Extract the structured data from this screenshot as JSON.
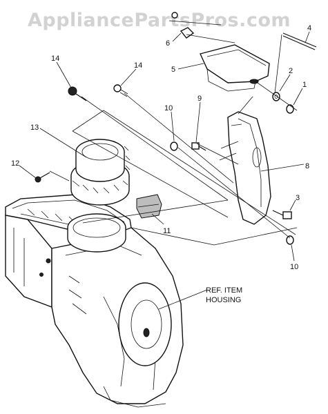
{
  "watermark": "AppliancePartsPros.com",
  "callouts": {
    "c1": "1",
    "c2": "2",
    "c3": "3",
    "c4": "4",
    "c5": "5",
    "c6": "6",
    "c8": "8",
    "c9": "9",
    "c10a": "10",
    "c10b": "10",
    "c11": "11",
    "c12": "12",
    "c13": "13",
    "c14a": "14",
    "c14b": "14"
  },
  "reference": {
    "line1": "REF. ITEM",
    "line2": "HOUSING"
  }
}
